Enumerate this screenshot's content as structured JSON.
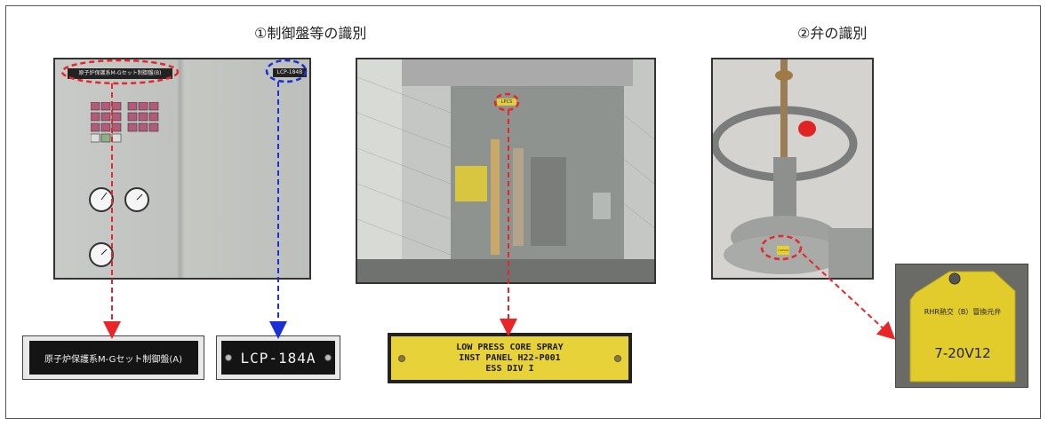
{
  "headings": {
    "panel_identification": "①制御盤等の識別",
    "valve_identification": "②弁の識別"
  },
  "photo1": {
    "top_label": "原子炉保護系M-Gセット制御盤(B)",
    "top_tag": "LCP-184B"
  },
  "photo2": {
    "tag": "LPCS"
  },
  "photo3": {
    "tag": "7-20V12"
  },
  "plates": {
    "panel_a": "原子炉保護系M-Gセット制御盤(A)",
    "lcp": "LCP-184A",
    "lpcs_line1": "LOW PRESS CORE SPRAY",
    "lpcs_line2": "INST PANEL H22-P001",
    "lpcs_line3": "ESS DIV I",
    "valve_tag_line1": "RHR熱交（B）冒換元弁",
    "valve_tag_line2": "7-20V12"
  },
  "colors": {
    "arrow_red": "#e8262a",
    "arrow_blue": "#1a2fd6",
    "plate_yellow": "#e8d23a"
  }
}
